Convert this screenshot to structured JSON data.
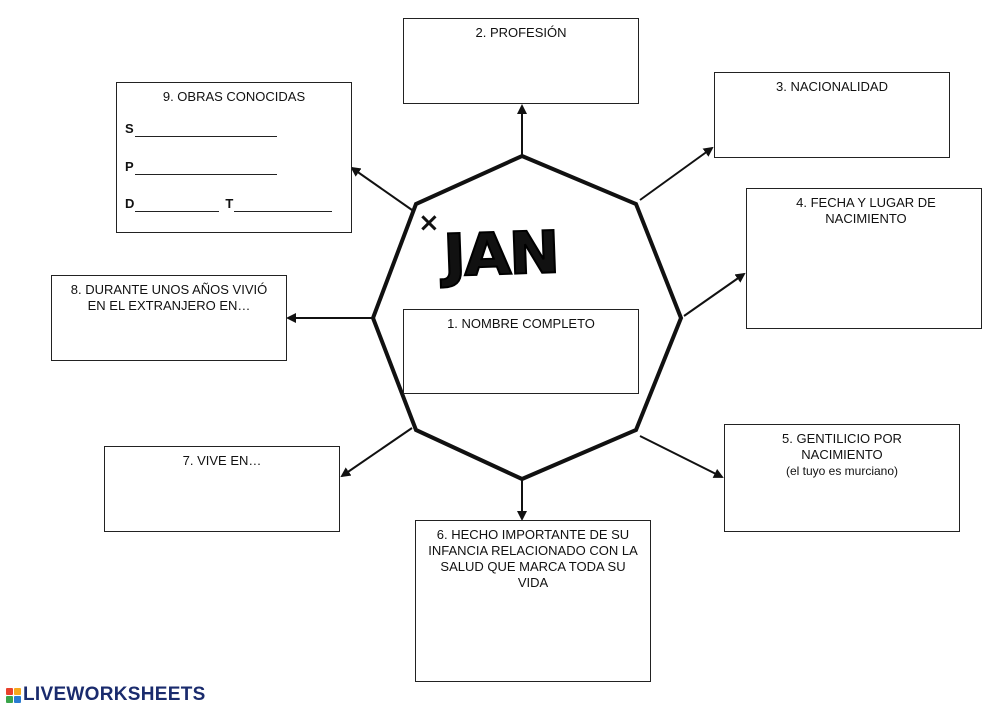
{
  "center": {
    "name": "JAN",
    "mark": "×",
    "box1": {
      "label": "1. NOMBRE COMPLETO"
    }
  },
  "boxes": {
    "profesion": {
      "label": "2. PROFESIÓN"
    },
    "nacionalidad": {
      "label": "3. NACIONALIDAD"
    },
    "nacimiento": {
      "label": "4. FECHA Y LUGAR DE NACIMIENTO"
    },
    "gentilicio": {
      "label": "5. GENTILICIO POR NACIMIENTO",
      "note": "(el tuyo es murciano)"
    },
    "hecho": {
      "label": "6. HECHO IMPORTANTE DE SU INFANCIA RELACIONADO CON LA SALUD QUE MARCA TODA SU VIDA"
    },
    "vive": {
      "label": "7. VIVE EN…"
    },
    "extranjero": {
      "label": "8. DURANTE UNOS AÑOS VIVIÓ EN EL EXTRANJERO EN…"
    },
    "obras": {
      "label": "9. OBRAS CONOCIDAS",
      "rows": [
        {
          "letters": [
            "S"
          ]
        },
        {
          "letters": [
            "P"
          ]
        },
        {
          "letters": [
            "D",
            "T"
          ]
        }
      ]
    }
  },
  "logo": {
    "text": "LIVEWORKSHEETS",
    "colors": [
      "#e8412c",
      "#f6a81c",
      "#3aa54a",
      "#2a7bd2"
    ],
    "text_color": "#1a2b6d"
  }
}
